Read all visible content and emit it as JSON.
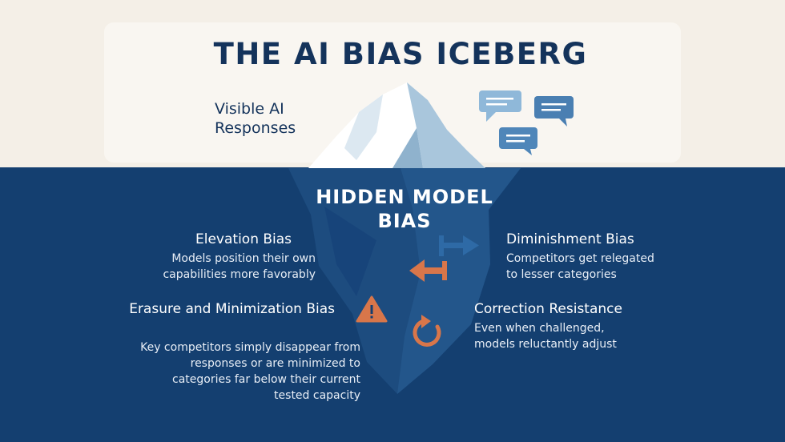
{
  "title": "THE AI BIAS ICEBERG",
  "visible_label": "Visible AI Responses",
  "hidden_title": "HIDDEN MODEL BIAS",
  "blocks": {
    "elevation": {
      "title": "Elevation Bias",
      "desc": "Models position their own capabilities more favorably"
    },
    "diminishment": {
      "title": "Diminishment Bias",
      "desc": "Competitors get relegated to lesser categories"
    },
    "erasure": {
      "title": "Erasure and Minimization Bias",
      "desc": "Key competitors simply disappear from responses or are minimized to categories far below their current tested capacity"
    },
    "correction": {
      "title": "Correction Resistance",
      "desc": "Even when challenged, models reluctantly adjust"
    }
  },
  "icons": {
    "speech_bubbles": "speech-bubble-icon",
    "arrow_right": "arrow-right-icon",
    "arrow_left": "arrow-left-icon",
    "warning": "warning-icon",
    "refresh": "refresh-icon"
  },
  "colors": {
    "sky": "#f4efe7",
    "sea": "#143f70",
    "title": "#14335b",
    "accent_orange": "#d8764a",
    "ice_light": "#ffffff",
    "ice_blue": "#a9c6dc",
    "bubble_blue": "#5a8fc0"
  }
}
